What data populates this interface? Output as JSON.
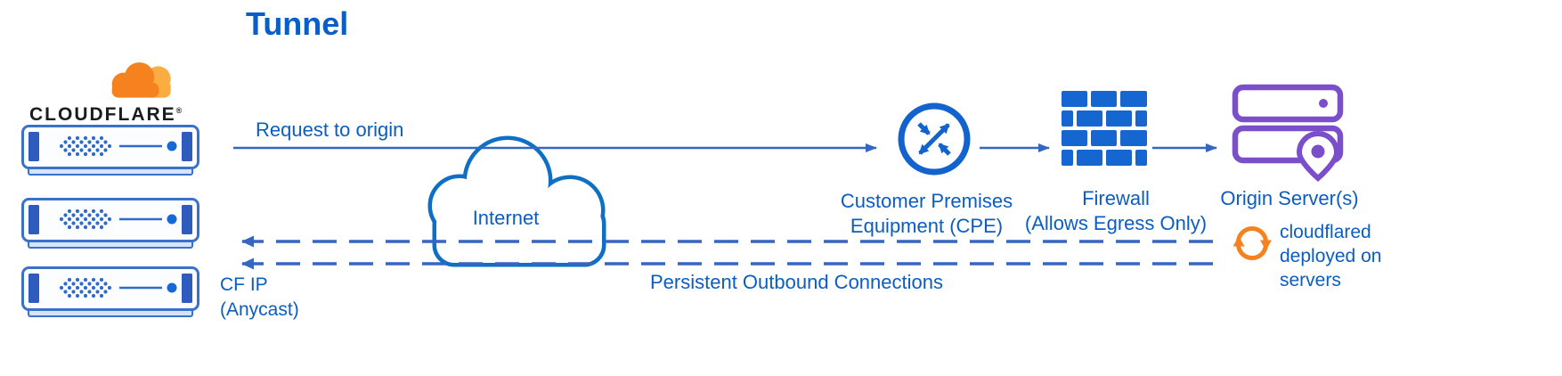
{
  "title": "Tunnel",
  "logo": {
    "text": "CLOUDFLARE",
    "registered_mark": "®"
  },
  "labels": {
    "request_to_origin": "Request to origin",
    "internet": "Internet",
    "cpe": [
      "Customer Premises",
      "Equipment (CPE)"
    ],
    "firewall": [
      "Firewall",
      "(Allows Egress Only)"
    ],
    "origin_servers": "Origin Server(s)",
    "persistent_outbound": "Persistent Outbound Connections",
    "cf_ip": [
      "CF IP",
      "(Anycast)"
    ],
    "cloudflared": [
      "cloudflared",
      "deployed on",
      "servers"
    ]
  },
  "colors": {
    "title_blue": "#0a5ec7",
    "label_blue": "#0b5dc4",
    "line_blue": "#3566c2",
    "icon_blue": "#1263cd",
    "cloud_outline_blue": "#0e6fc5",
    "server_bar_blue": "#2f5bbf",
    "purple": "#7a4fc9",
    "orange": "#f6821f",
    "orange_light": "#fbad41",
    "logo_text_color": "#1b1c20"
  },
  "icons": {
    "cloudflare_logo": "cloudflare-cloud-icon",
    "edge_servers": "server-rack-icon (x3)",
    "internet": "cloud-outline-icon",
    "cpe": "router-circle-arrows-icon",
    "firewall": "brick-wall-icon",
    "origin": "stacked-servers-icon + location-pin-icon",
    "cloudflared": "sync-arrows-icon"
  }
}
